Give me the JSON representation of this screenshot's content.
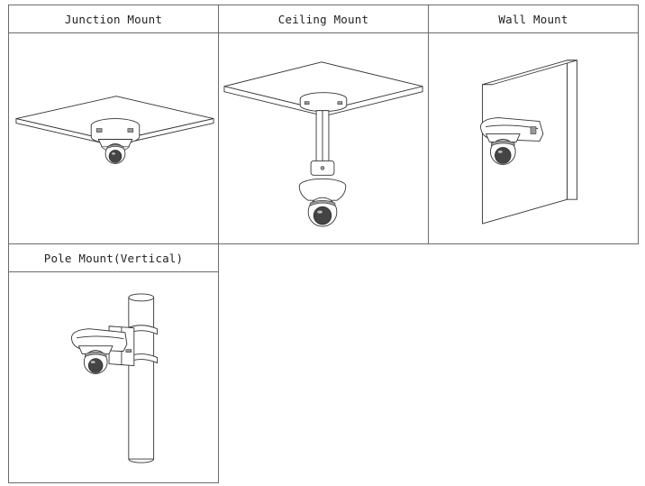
{
  "panels": [
    {
      "title": "Junction Mount"
    },
    {
      "title": "Ceiling Mount"
    },
    {
      "title": "Wall Mount"
    },
    {
      "title": "Pole Mount(Vertical)"
    }
  ]
}
